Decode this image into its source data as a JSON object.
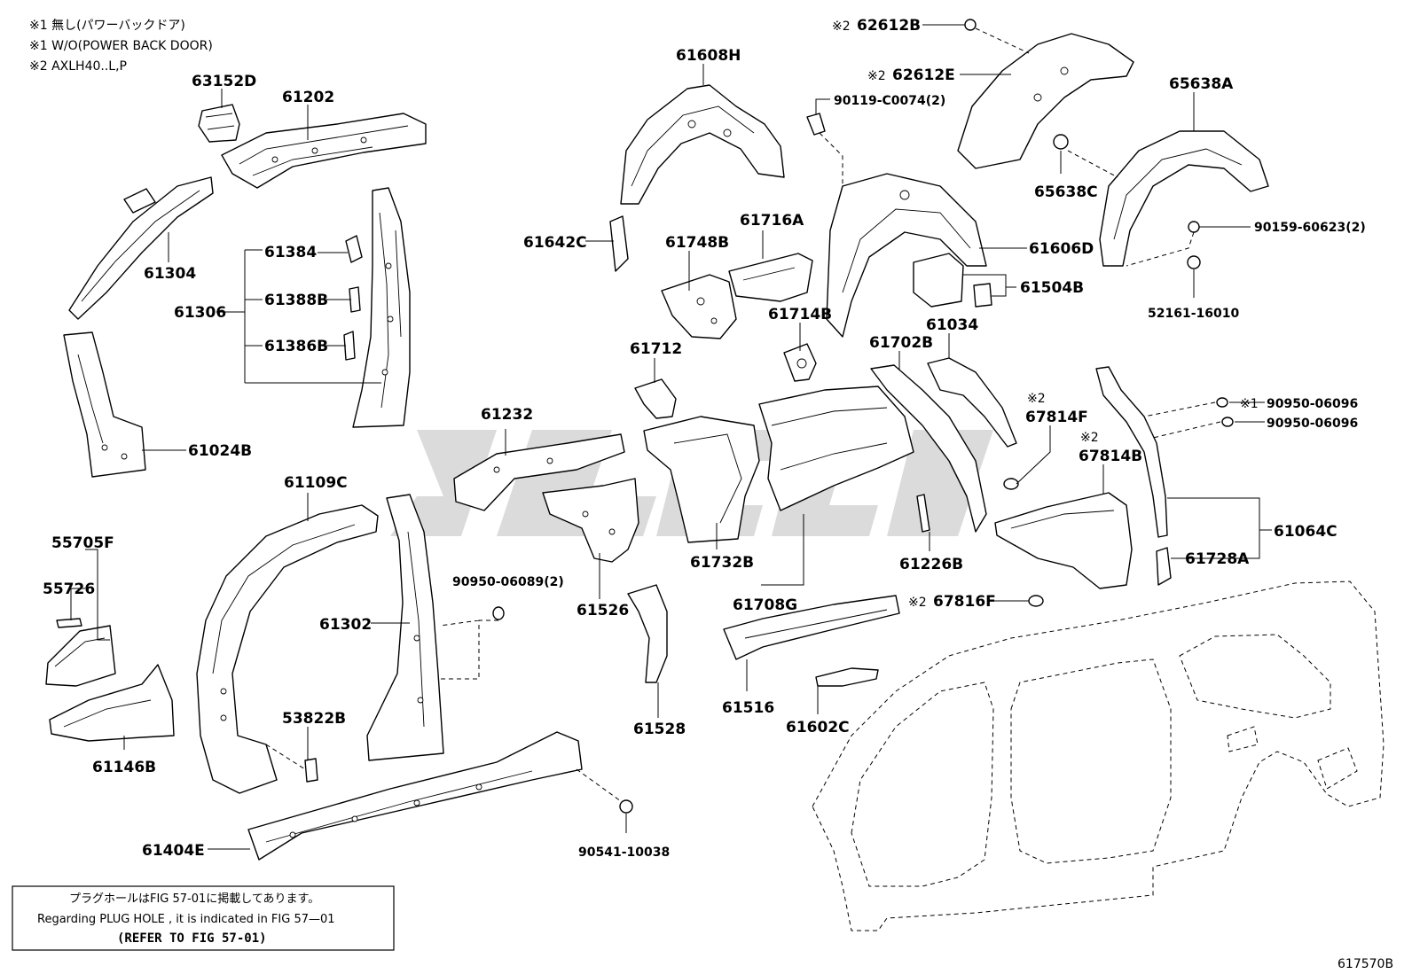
{
  "notes": [
    "※1 無し(パワーバックドア)",
    "※1 W/O(POWER BACK DOOR)",
    "※2 AXLH40..L,P"
  ],
  "labels": {
    "p63152D": "63152D",
    "p61202": "61202",
    "p61304": "61304",
    "p61306": "61306",
    "p61384": "61384",
    "p61388B": "61388B",
    "p61386B": "61386B",
    "p61024B": "61024B",
    "p61109C": "61109C",
    "p55705F": "55705F",
    "p55726": "55726",
    "p61146B": "61146B",
    "p61302": "61302",
    "p53822B": "53822B",
    "p61404E": "61404E",
    "p90541": "90541-10038",
    "p61608H": "61608H",
    "p61642C": "61642C",
    "p61748B": "61748B",
    "p61716A": "61716A",
    "p61712": "61712",
    "p61714B": "61714B",
    "p61232": "61232",
    "p61526": "61526",
    "p90950_06089": "90950-06089(2)",
    "p61528": "61528",
    "p61732B": "61732B",
    "p61708G": "61708G",
    "p61516": "61516",
    "p61602C": "61602C",
    "p62612B": "62612B",
    "p62612E": "62612E",
    "p90119": "90119-C0074(2)",
    "p65638A": "65638A",
    "p65638C": "65638C",
    "p90159": "90159-60623(2)",
    "p52161": "52161-16010",
    "p61606D": "61606D",
    "p61504B": "61504B",
    "p61034": "61034",
    "p61702B": "61702B",
    "p67814F": "67814F",
    "p67814B": "67814B",
    "p61226B": "61226B",
    "p67816F": "67816F",
    "p90950_06096a": "90950-06096",
    "p90950_06096b": "90950-06096",
    "p61064C": "61064C",
    "p61728A": "61728A"
  },
  "marks": {
    "m1": "※1",
    "m2": "※2"
  },
  "footnote": {
    "line_jp": "プラグホールはFIG 57-01に掲載してあります。",
    "line_en": "Regarding  PLUG HOLE , it is indicated in FIG  57—01",
    "line_ref": "(REFER TO FIG 57-01)"
  },
  "figure_number": "617570B",
  "watermark_color": "#bdbdbd"
}
